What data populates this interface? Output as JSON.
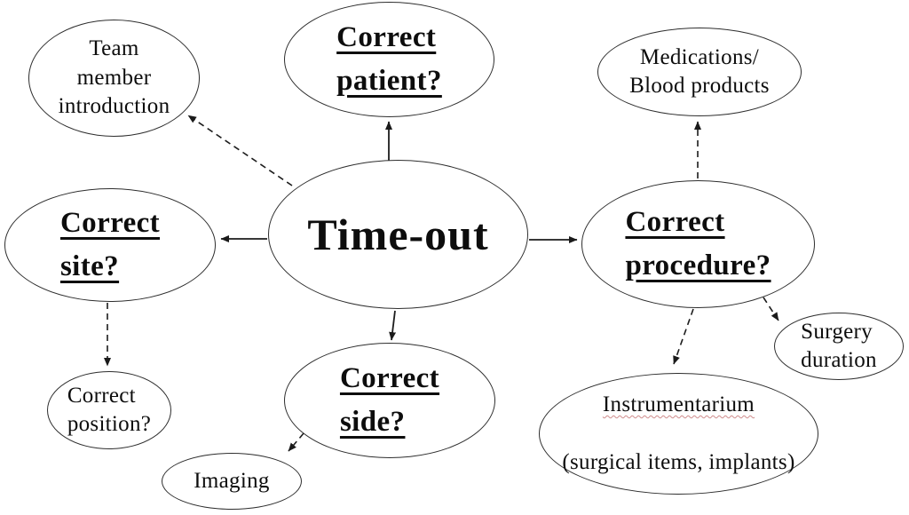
{
  "diagram": {
    "background_color": "#ffffff",
    "line_color": "#1c1c1c",
    "text_color": "#0d0d0d",
    "spellcheck_underline_color": "#be6464",
    "nodes": {
      "timeout": {
        "label": "Time-out"
      },
      "team": {
        "label": "Team\nmember\nintroduction"
      },
      "patient": {
        "label": "Correct\npatient?"
      },
      "site": {
        "label": "Correct\nsite?"
      },
      "position": {
        "label": "Correct\nposition?"
      },
      "side": {
        "label": "Correct\nside?"
      },
      "imaging": {
        "label": "Imaging"
      },
      "procedure": {
        "label": "Correct\nprocedure?"
      },
      "medications": {
        "label": "Medications/\nBlood products"
      },
      "surgery": {
        "label": "Surgery\nduration"
      },
      "instrumentarium": {
        "line1": "Instrumentarium",
        "line2": "(surgical items, implants)"
      }
    }
  }
}
